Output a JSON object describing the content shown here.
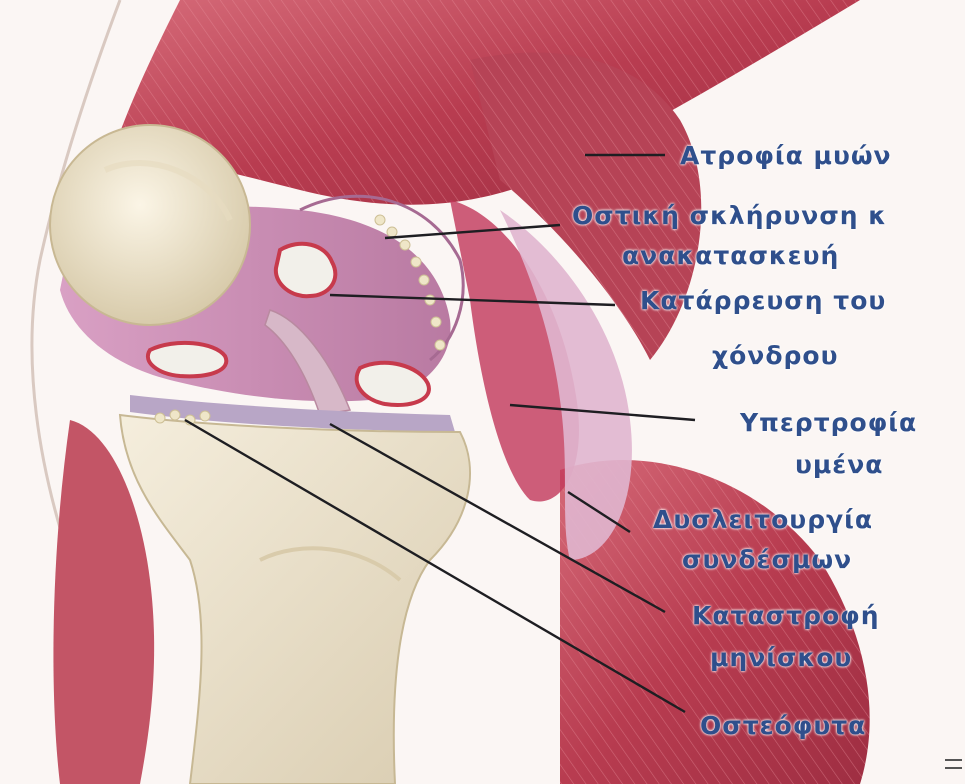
{
  "labels": {
    "muscle_atrophy": "Ατροφία μυών",
    "bone_sclerosis_line1": "Οστική σκλήρυνση κ",
    "bone_sclerosis_line2": "ανακατασκευή",
    "cartilage_line1": "Κατάρρευση του",
    "cartilage_line2": "χόνδρου",
    "synovium_line1": "Υπερτροφία",
    "synovium_line2": "υμένα",
    "ligament_line1": "Δυσλειτουργία",
    "ligament_line2": "συνδέσμων",
    "meniscus_line1": "Καταστροφή",
    "meniscus_line2": "μηνίσκου",
    "osteophytes": "Οστεόφυτα"
  },
  "colors": {
    "label_text": "#2f4f8c",
    "leader_line": "#1e1e22",
    "muscle": "#c0485a",
    "bone": "#ece3cf",
    "synovium": "#c98ab0"
  }
}
